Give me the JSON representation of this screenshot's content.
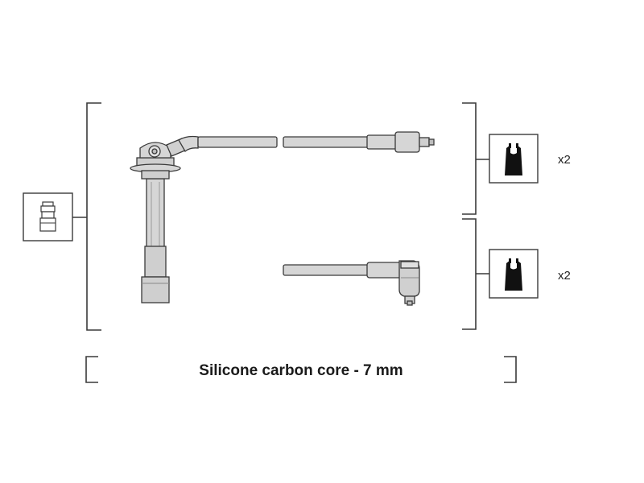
{
  "caption": "Silicone carbon core - 7 mm",
  "connectors": [
    {
      "quantity_label": "x2"
    },
    {
      "quantity_label": "x2"
    }
  ],
  "colors": {
    "line": "#3a3a3a",
    "part_fill": "#d6d6d6",
    "part_fill_dark": "#bdbdbd",
    "connector_black": "#111111"
  }
}
